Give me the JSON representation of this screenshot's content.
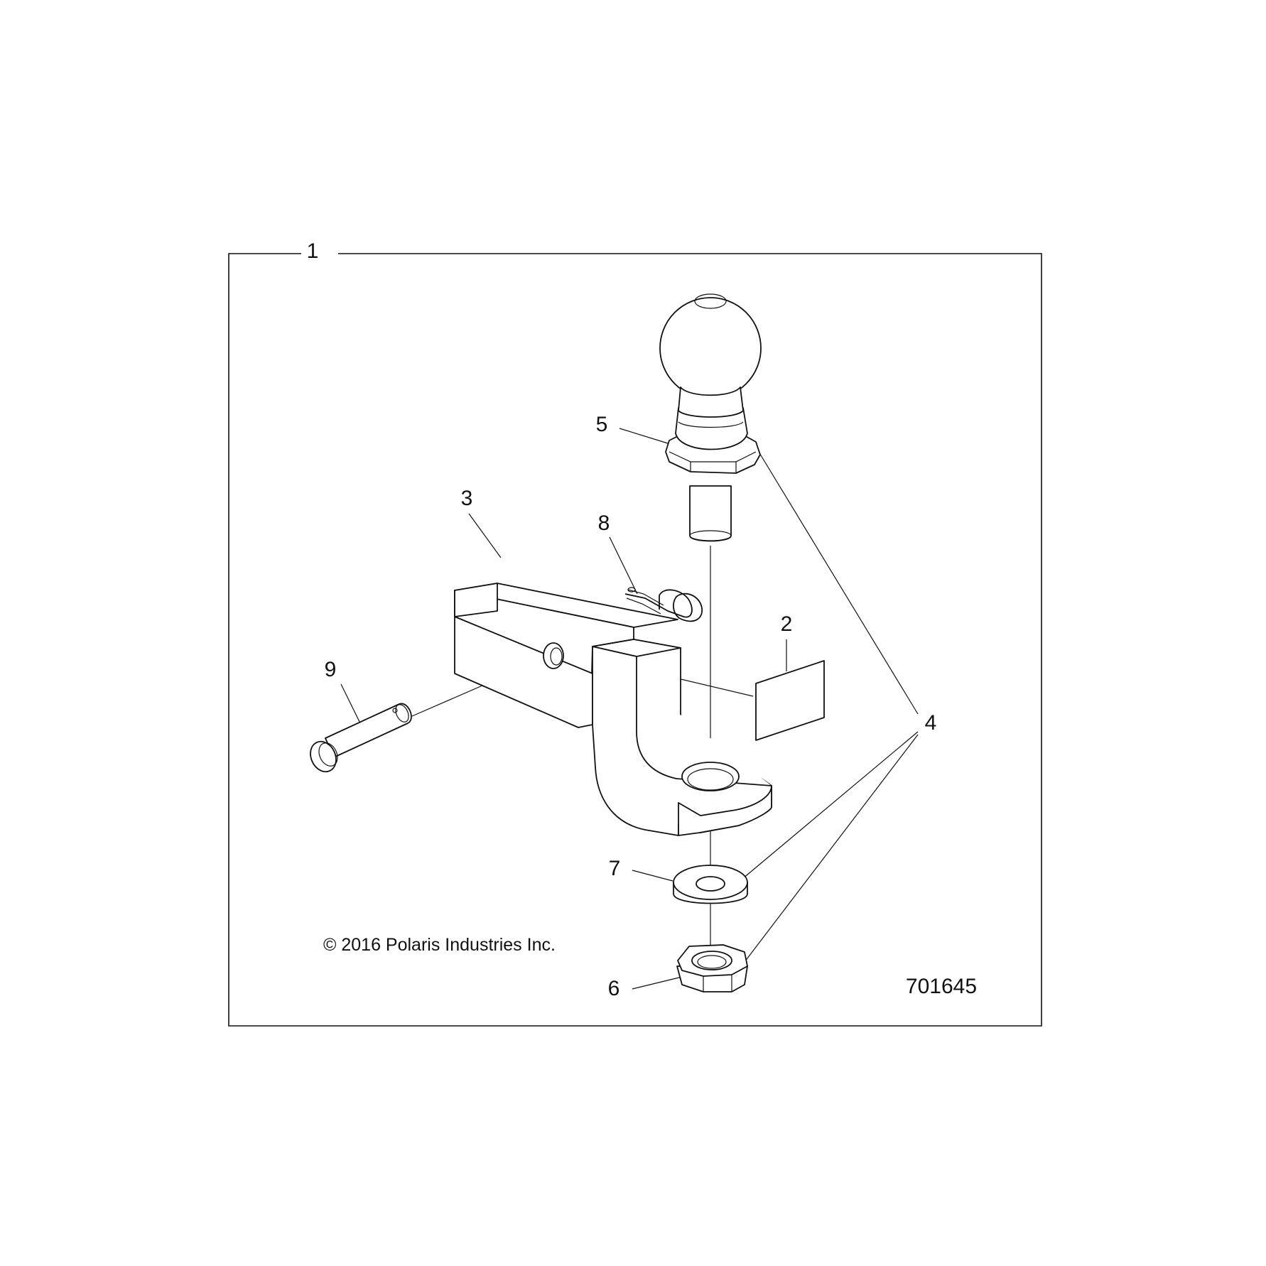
{
  "diagram": {
    "callouts": {
      "c1": "1",
      "c2": "2",
      "c3": "3",
      "c4": "4",
      "c5": "5",
      "c6": "6",
      "c7": "7",
      "c8": "8",
      "c9": "9"
    },
    "copyright": "© 2016 Polaris Industries Inc.",
    "figure_number": "701645",
    "parts_icons": [
      "hitch-ball-icon",
      "ball-mount-icon",
      "decal-icon",
      "washer-icon",
      "hex-nut-icon",
      "hitch-pin-icon",
      "retaining-clip-icon"
    ]
  }
}
